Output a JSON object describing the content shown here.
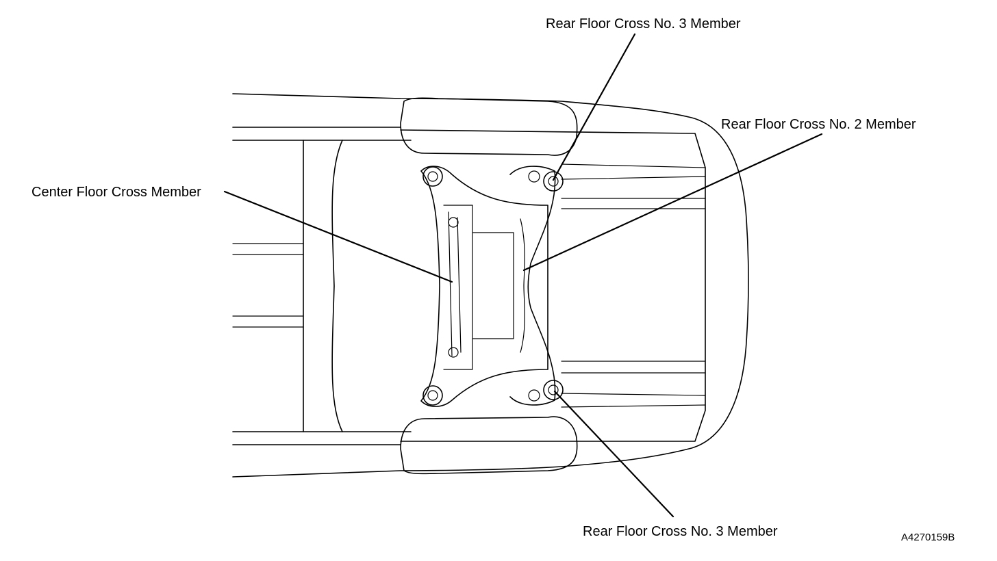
{
  "diagram": {
    "callouts": {
      "rear_floor_cross_no3_top": "Rear Floor Cross No. 3 Member",
      "rear_floor_cross_no2": "Rear Floor Cross No. 2 Member",
      "center_floor_cross": "Center Floor Cross Member",
      "rear_floor_cross_no3_bottom": "Rear Floor Cross No. 3 Member"
    },
    "figure_id": "A4270159B"
  }
}
